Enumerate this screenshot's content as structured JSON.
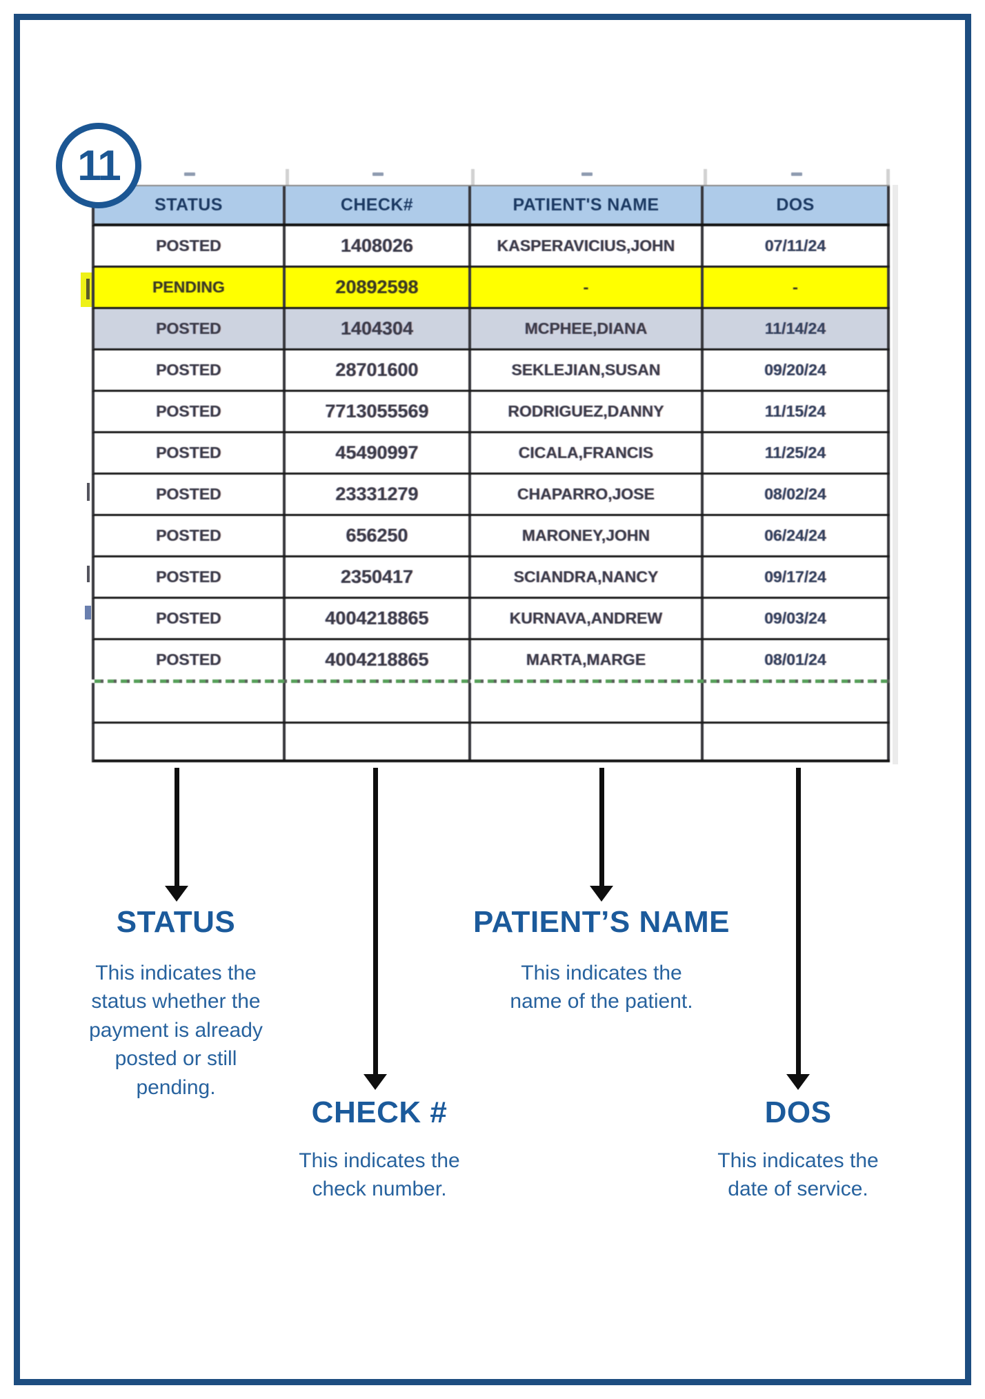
{
  "badge": {
    "number": "11"
  },
  "table": {
    "columns": [
      "STATUS",
      "CHECK#",
      "PATIENT'S NAME",
      "DOS"
    ],
    "rows": [
      {
        "status": "POSTED",
        "check": "1408026",
        "patient": "KASPERAVICIUS,JOHN",
        "dos": "07/11/24",
        "highlight": "none"
      },
      {
        "status": "PENDING",
        "check": "20892598",
        "patient": "-",
        "dos": "-",
        "highlight": "yellow"
      },
      {
        "status": "POSTED",
        "check": "1404304",
        "patient": "MCPHEE,DIANA",
        "dos": "11/14/24",
        "highlight": "gray"
      },
      {
        "status": "POSTED",
        "check": "28701600",
        "patient": "SEKLEJIAN,SUSAN",
        "dos": "09/20/24",
        "highlight": "none"
      },
      {
        "status": "POSTED",
        "check": "7713055569",
        "patient": "RODRIGUEZ,DANNY",
        "dos": "11/15/24",
        "highlight": "none"
      },
      {
        "status": "POSTED",
        "check": "45490997",
        "patient": "CICALA,FRANCIS",
        "dos": "11/25/24",
        "highlight": "none"
      },
      {
        "status": "POSTED",
        "check": "23331279",
        "patient": "CHAPARRO,JOSE",
        "dos": "08/02/24",
        "highlight": "none"
      },
      {
        "status": "POSTED",
        "check": "656250",
        "patient": "MARONEY,JOHN",
        "dos": "06/24/24",
        "highlight": "none"
      },
      {
        "status": "POSTED",
        "check": "2350417",
        "patient": "SCIANDRA,NANCY",
        "dos": "09/17/24",
        "highlight": "none"
      },
      {
        "status": "POSTED",
        "check": "4004218865",
        "patient": "KURNAVA,ANDREW",
        "dos": "09/03/24",
        "highlight": "none"
      },
      {
        "status": "POSTED",
        "check": "4004218865",
        "patient": "MARTA,MARGE",
        "dos": "08/01/24",
        "highlight": "none"
      }
    ]
  },
  "annotations": {
    "status": {
      "title": "STATUS",
      "body": "This indicates the status whether the payment is already posted or still pending."
    },
    "check": {
      "title": "CHECK #",
      "body": "This indicates the check number."
    },
    "patient": {
      "title": "PATIENT’S NAME",
      "body": "This indicates the name of the patient."
    },
    "dos": {
      "title": "DOS",
      "body": "This indicates the date of service."
    }
  },
  "colors": {
    "accent_navy": "#1b5693",
    "page_border": "#1d4d80",
    "header_bg": "#aecbe9",
    "highlight_yellow": "#ffff00",
    "highlight_gray": "#cdd3e0",
    "green_dash": "#57a05a"
  }
}
